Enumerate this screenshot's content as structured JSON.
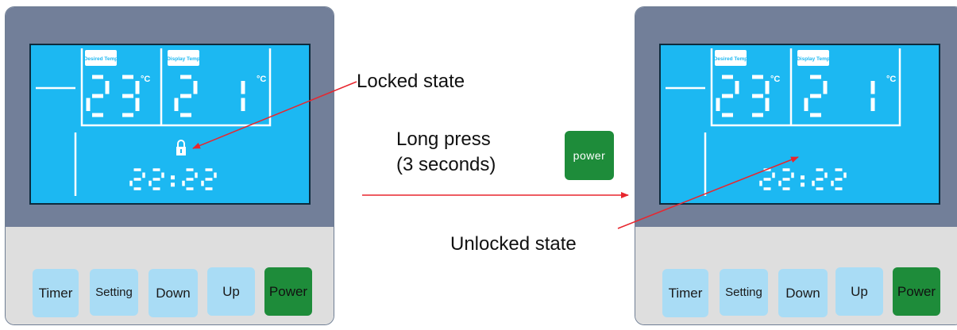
{
  "colors": {
    "accent_red": "#e8262e",
    "lcd_blue": "#1cb8f2",
    "power_green": "#1e8c3a",
    "button_blue": "#a9dcf5"
  },
  "panels": [
    {
      "desired_tag": "Desired Temp",
      "display_tag": "Display Temp",
      "desired_temp": "23",
      "display_temp": "21",
      "unit": "°C",
      "clock": "22:22",
      "locked": true,
      "buttons": [
        "Timer",
        "Setting",
        "Down",
        "Up",
        "Power"
      ]
    },
    {
      "desired_tag": "Desired Temp",
      "display_tag": "Display Temp",
      "desired_temp": "23",
      "display_temp": "21",
      "unit": "°C",
      "clock": "22:22",
      "locked": false,
      "buttons": [
        "Timer",
        "Setting",
        "Down",
        "Up",
        "Power"
      ]
    }
  ],
  "annotations": {
    "locked_state": "Locked state",
    "long_press_line1": "Long press",
    "long_press_line2": "(3 seconds)",
    "power_badge": "power",
    "unlocked_state": "Unlocked state"
  }
}
